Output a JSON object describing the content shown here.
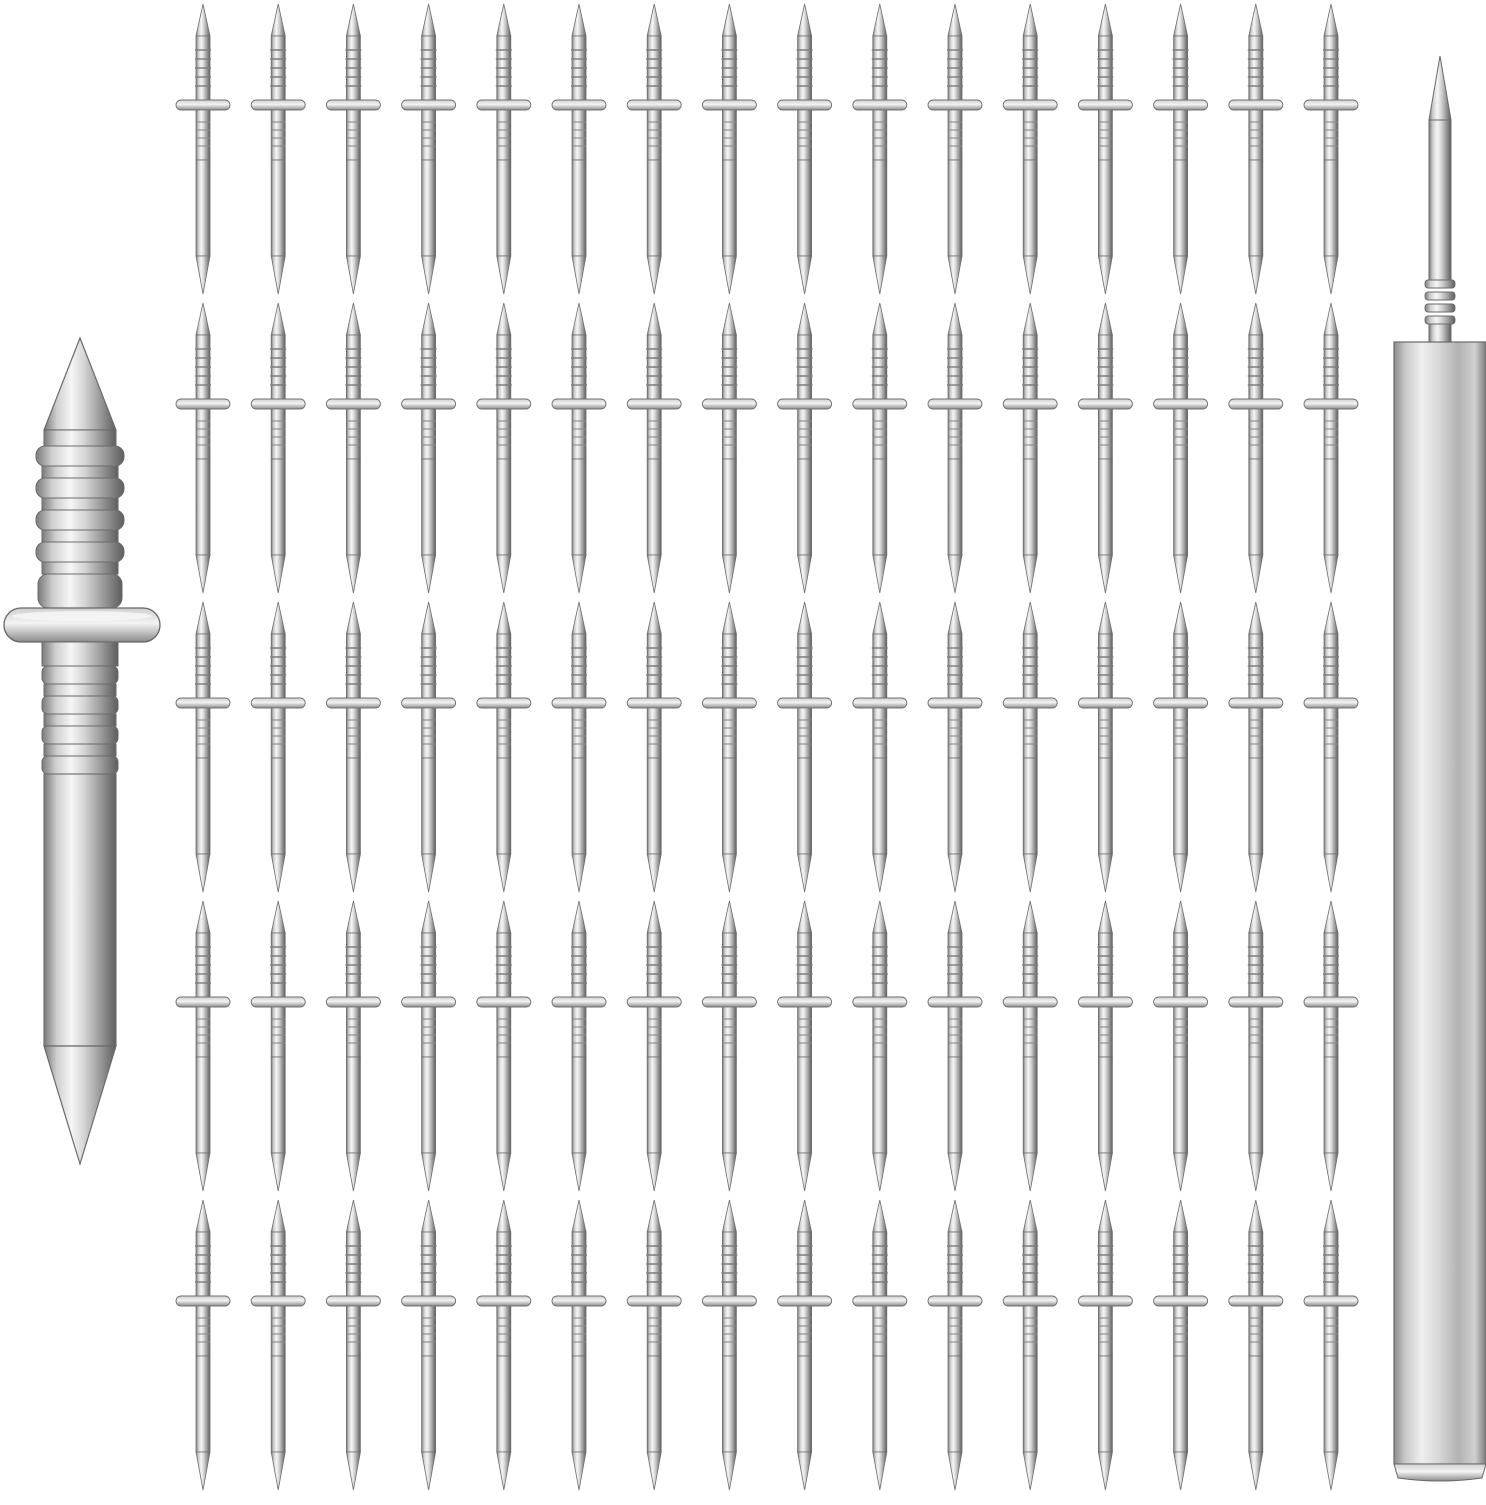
{
  "scene": {
    "subject": "double-headed-nail-grid",
    "background_color": "#ffffff",
    "metal_colors": {
      "highlight": "#f4f4f4",
      "light": "#d9d9d9",
      "mid": "#a9a9a9",
      "dark": "#5f5f5f",
      "edge": "#6f6f6f"
    }
  },
  "grid": {
    "rows": 5,
    "columns": 16,
    "item_icon": "double-headed-nail-icon"
  },
  "left_closeup": {
    "icon": "double-headed-nail-closeup-icon"
  },
  "right_tool": {
    "icon": "pointed-rod-tool-icon"
  }
}
